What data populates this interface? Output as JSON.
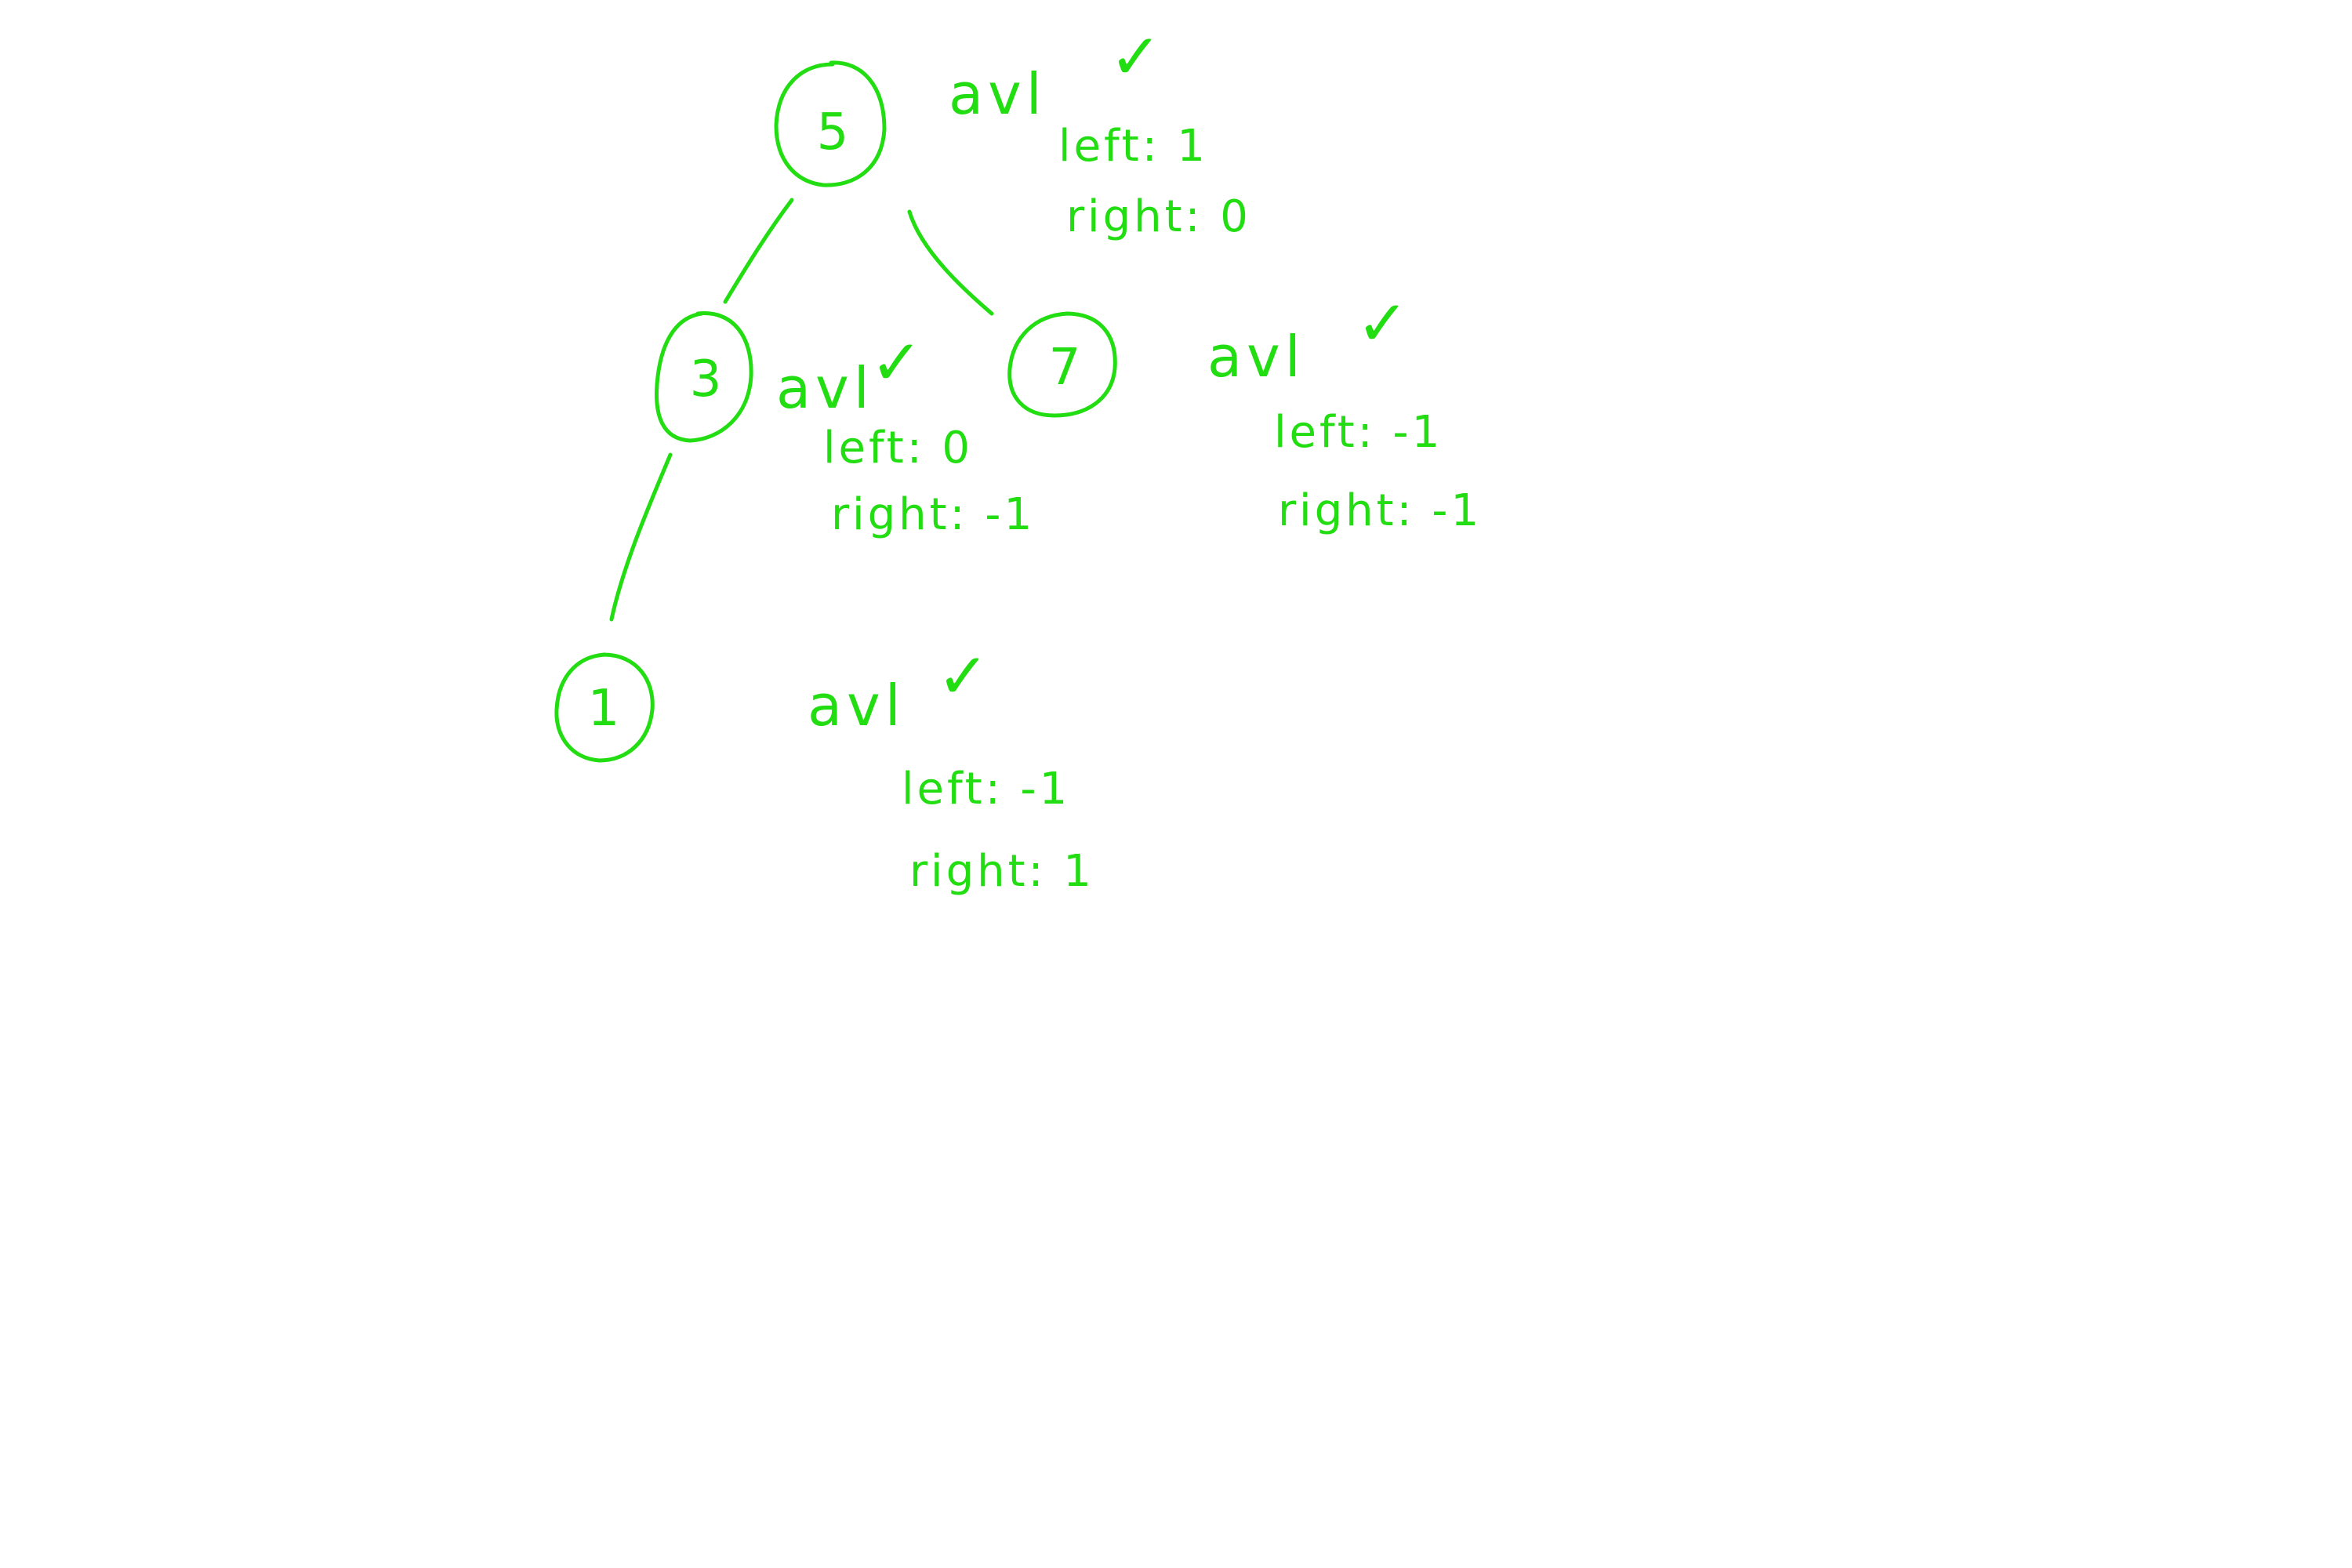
{
  "ink_color": "#22dd11",
  "background_color": "#ffffff",
  "nodes": [
    {
      "id": "root",
      "value": "5"
    },
    {
      "id": "left",
      "value": "3"
    },
    {
      "id": "right",
      "value": "7"
    },
    {
      "id": "leftleft",
      "value": "1"
    }
  ],
  "edges": [
    {
      "from": "root",
      "to": "left"
    },
    {
      "from": "root",
      "to": "right"
    },
    {
      "from": "left",
      "to": "leftleft"
    }
  ],
  "annotations": {
    "root": {
      "avl": "avl",
      "check": "✓",
      "left": "left: 1",
      "right": "right: 0"
    },
    "left": {
      "avl": "avl",
      "check": "✓",
      "left": "left: 0",
      "right": "right: -1"
    },
    "right": {
      "avl": "avl",
      "check": "✓",
      "left": "left: -1",
      "right": "right: -1"
    },
    "leftleft": {
      "avl": "avl",
      "check": "✓",
      "left": "left: -1",
      "right": "right: 1"
    }
  }
}
